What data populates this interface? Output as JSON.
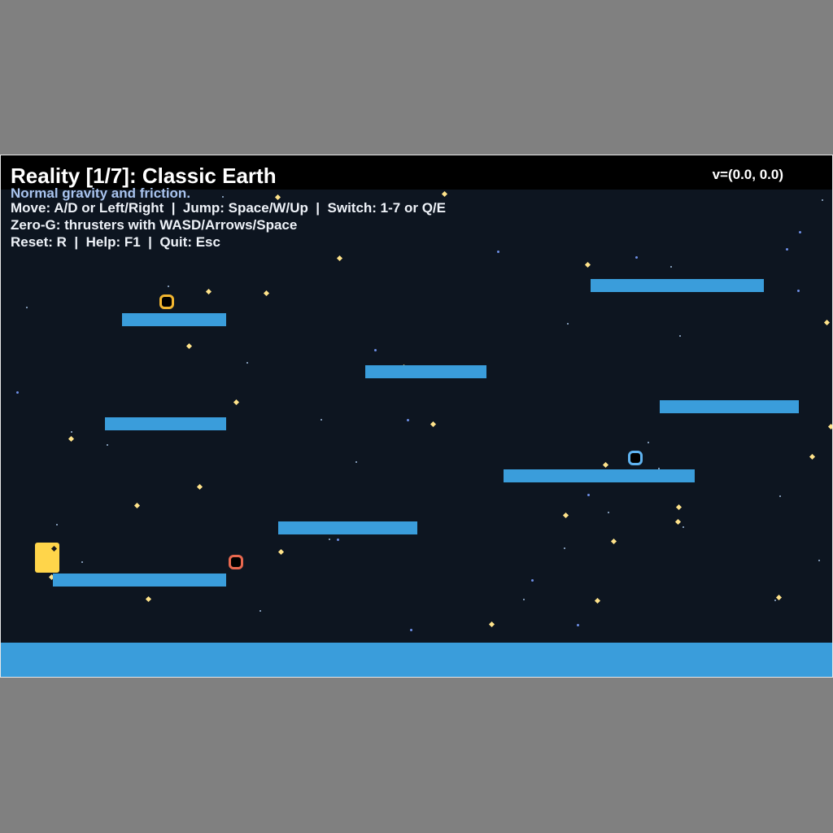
{
  "hud": {
    "reality_title": "Reality [1/7]: Classic Earth",
    "reality_description": "Normal gravity and friction.",
    "velocity": "v=(0.0, 0.0)",
    "controls": {
      "move": "Move: A/D or Left/Right  |  Jump: Space/W/Up  |  Switch: 1-7 or Q/E",
      "zero_g": "Zero-G: thrusters with WASD/Arrows/Space",
      "system": "Reset: R  |  Help: F1  |  Quit: Esc"
    }
  },
  "colors": {
    "background": "#0d1520",
    "platform": "#3a9ddb",
    "player": "#ffd54a",
    "orb_gold": "#f2b630",
    "orb_blue": "#5fb3f0",
    "orb_red": "#e8684f"
  },
  "entities": {
    "player": {
      "icon": "player-block-icon"
    },
    "orbs": [
      {
        "name": "orb-gold",
        "color": "#f2b630"
      },
      {
        "name": "orb-blue",
        "color": "#5fb3f0"
      },
      {
        "name": "orb-red",
        "color": "#e8684f"
      }
    ]
  }
}
